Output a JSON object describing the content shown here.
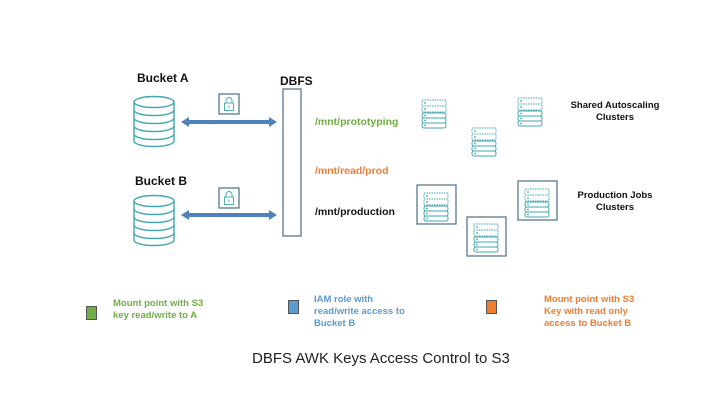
{
  "colors": {
    "teal": "#3fa7b0",
    "arrow": "#4f81bd",
    "box": "#4a6d8c",
    "green": "#70ad47",
    "blue": "#5b9bd5",
    "orange": "#ed7d31"
  },
  "buckets": [
    {
      "label": "Bucket A",
      "icon": "database-icon"
    },
    {
      "label": "Bucket B",
      "icon": "database-icon"
    }
  ],
  "dbfs": {
    "label": "DBFS"
  },
  "mounts": [
    {
      "path": "/mnt/prototyping",
      "color": "green"
    },
    {
      "path": "/mnt/read/prod",
      "color": "orange"
    },
    {
      "path": "/mnt/production",
      "color": "black"
    }
  ],
  "clusters": {
    "shared": {
      "label_line1": "Shared Autoscaling",
      "label_line2": "Clusters"
    },
    "production": {
      "label_line1": "Production Jobs",
      "label_line2": "Clusters"
    }
  },
  "legend": [
    {
      "color": "green",
      "lines": [
        "Mount point with S3",
        "key read/write to A"
      ]
    },
    {
      "color": "blue",
      "lines": [
        "IAM role with",
        "read/write access to",
        "Bucket B"
      ]
    },
    {
      "color": "orange",
      "lines": [
        "Mount point with S3",
        "Key with read only",
        "access to Bucket B"
      ]
    }
  ],
  "caption": "DBFS AWK Keys Access Control to S3"
}
